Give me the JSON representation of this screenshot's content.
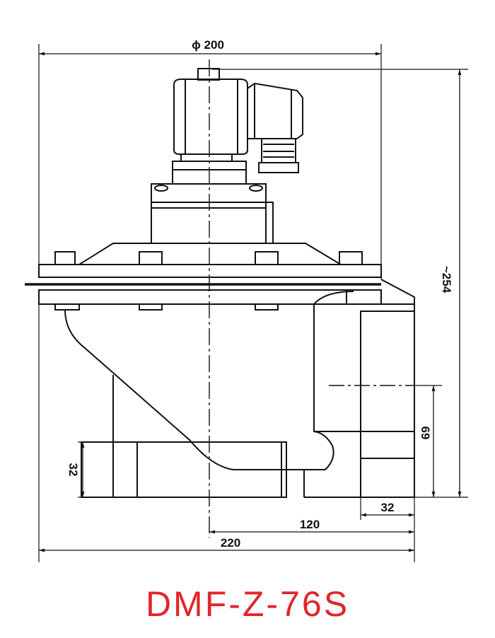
{
  "drawing": {
    "dimensions": {
      "diameter": "ϕ 200",
      "height": "~254",
      "outlet_height": "69",
      "flange_thickness": "32",
      "outlet_width": "32",
      "center_to_outlet": "120",
      "overall_length": "220"
    },
    "model": "DMF-Z-76S",
    "colors": {
      "line": "#111111",
      "model_text": "#e0262b"
    }
  }
}
